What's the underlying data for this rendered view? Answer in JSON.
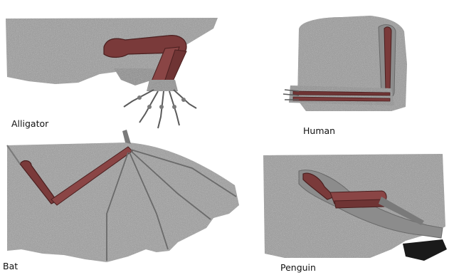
{
  "labels": {
    "alligator": "Alligator",
    "human": "Human",
    "bat": "Bat",
    "penguin": "Penguin"
  },
  "colors": {
    "body_gray": "#8f8f8f",
    "bone_red": "#7a3a3a",
    "bone_dark": "#4a1f1f",
    "shade": "#6a6a6a"
  }
}
